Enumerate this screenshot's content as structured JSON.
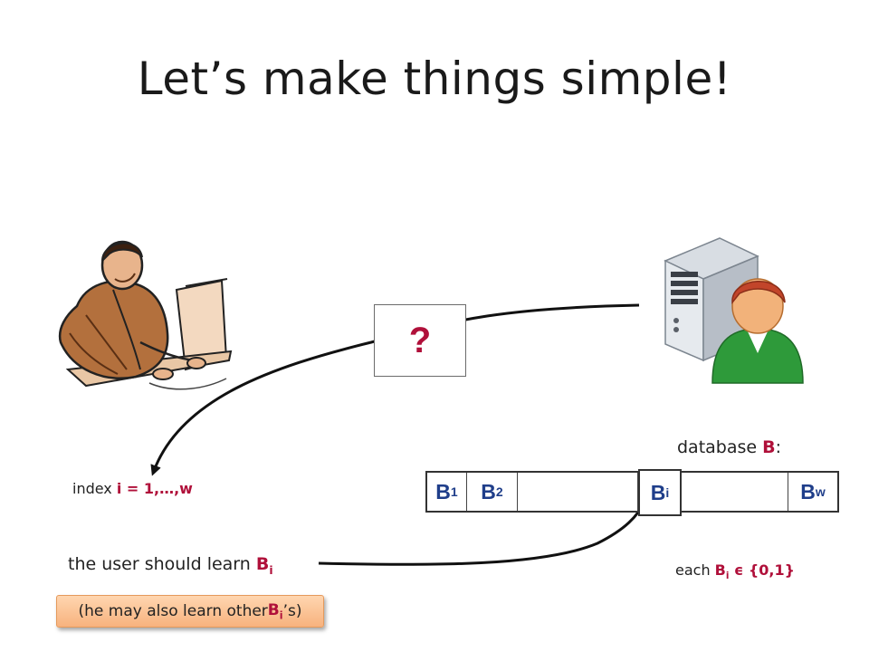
{
  "slide": {
    "title": "Let’s make things simple!",
    "query_box": "?",
    "database_label": {
      "text": "database ",
      "var": "B",
      "suffix": ":"
    },
    "index_label": {
      "text": "index ",
      "value": "i = 1,…,w"
    },
    "learn_label": {
      "text": "the user should learn ",
      "var": "B",
      "sub": "i"
    },
    "each_label": {
      "text": "each ",
      "var": "B",
      "sub": "i",
      "rest": " ϵ {0,1}"
    },
    "note": {
      "prefix": "(he may also learn other ",
      "var": "B",
      "sub": "i",
      "suffix": "’s)"
    },
    "cells": [
      {
        "base": "B",
        "sub": "1"
      },
      {
        "base": "B",
        "sub": "2"
      },
      {
        "base": "",
        "sub": ""
      },
      {
        "base": "B",
        "sub": "i"
      },
      {
        "base": "",
        "sub": ""
      },
      {
        "base": "B",
        "sub": "w"
      }
    ]
  },
  "colors": {
    "accent": "#b0103a",
    "cell_text": "#1f3e8a",
    "note_fill": "#f7b27e",
    "server_person": "#2e9a3a"
  },
  "icons": [
    "user-at-computer-icon",
    "server-with-person-icon"
  ]
}
